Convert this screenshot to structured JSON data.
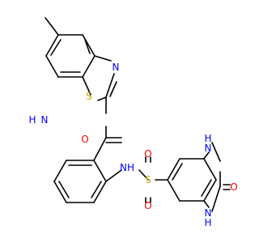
{
  "atoms": {
    "S_thiazole": {
      "text": "S",
      "color": "#c8a800"
    },
    "N_thiazole": {
      "text": "N",
      "color": "#0000ff"
    },
    "NH_amide_N": {
      "text": "N",
      "color": "#0000ff"
    },
    "NH_amide_H": {
      "text": "H",
      "color": "#0000ff"
    },
    "O_amide": {
      "text": "O",
      "color": "#ff0000"
    },
    "NH_sulfonamide": {
      "text": "NH",
      "color": "#0000ff"
    },
    "S_sulfonyl": {
      "text": "S",
      "color": "#c8a800"
    },
    "O_sulfonyl_top": {
      "text": "O",
      "color": "#ff0000"
    },
    "O_sulfonyl_bottom": {
      "text": "O",
      "color": "#ff0000"
    },
    "NH_imid_top_H": {
      "text": "H",
      "color": "#0000ff"
    },
    "NH_imid_top_N": {
      "text": "N",
      "color": "#0000ff"
    },
    "NH_imid_bottom_H": {
      "text": "H",
      "color": "#0000ff"
    },
    "NH_imid_bottom_N": {
      "text": "N",
      "color": "#0000ff"
    },
    "O_urea": {
      "text": "O",
      "color": "#ff0000"
    }
  }
}
